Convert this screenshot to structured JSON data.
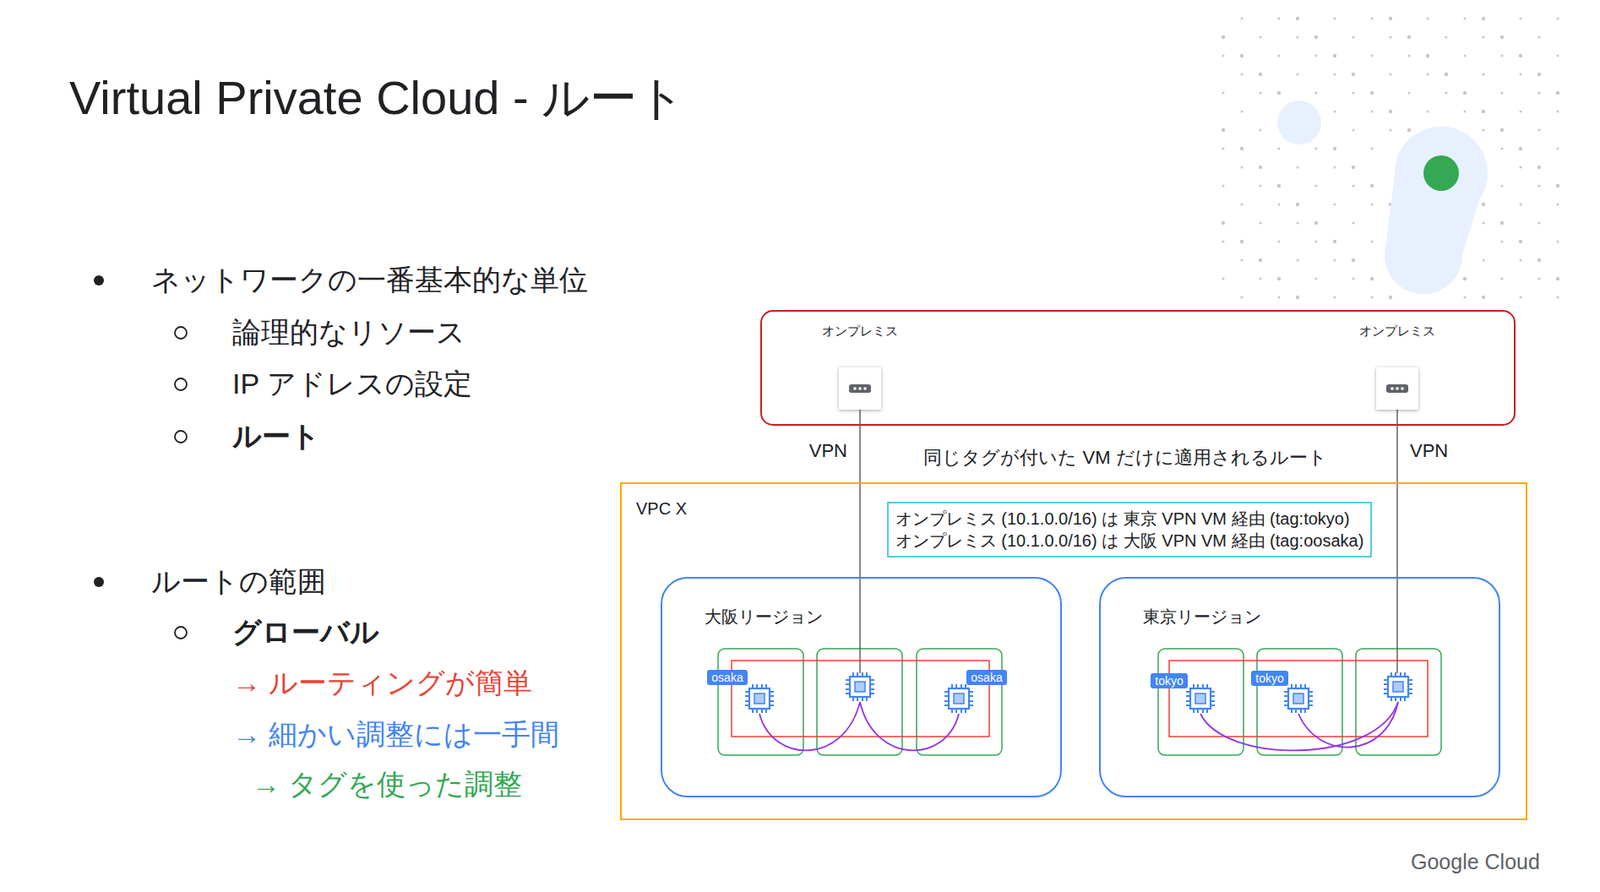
{
  "diagram": {
    "title": "Virtual Private Cloud - ルート",
    "nodes": [
      {
        "text": [
          "オンプレミス"
        ]
      },
      {
        "text": [
          "オンプレミス"
        ]
      },
      {
        "text": [
          "VPC X"
        ]
      },
      {
        "text": [
          "オンプレミス (10.1.0.0/16) は 東京 VPN VM 経由 (tag:tokyo)",
          "オンプレミス (10.1.0.0/16) は 大阪 VPN VM 経由 (tag:oosaka)"
        ],
        "in": 2
      },
      {
        "text": [
          "大阪リージョン"
        ],
        "in": 2
      },
      {
        "text": [
          "osaka"
        ],
        "in": 4
      },
      {
        "text": [
          "osaka"
        ],
        "in": 4
      },
      {
        "text": [
          "東京リージョン"
        ],
        "in": 2
      },
      {
        "text": [
          "tokyo"
        ],
        "in": 7
      },
      {
        "text": [
          "tokyo"
        ],
        "in": 7
      }
    ],
    "edges": [
      {
        "from": 0,
        "to": 4,
        "label": "VPN",
        "arrow": "none"
      },
      {
        "from": 1,
        "to": 7,
        "label": "VPN",
        "arrow": "none"
      }
    ],
    "labels": [
      "ネットワークの一番基本的な単位",
      "論理的なリソース",
      "IP アドレスの設定",
      "ルート",
      "ルートの範囲",
      "グローバル",
      "→ ルーティングが簡単",
      "→ 細かい調整には一手間",
      "→ タグを使った調整",
      "同じタグが付いた VM だけに適用されるルート",
      "Google Cloud"
    ]
  }
}
